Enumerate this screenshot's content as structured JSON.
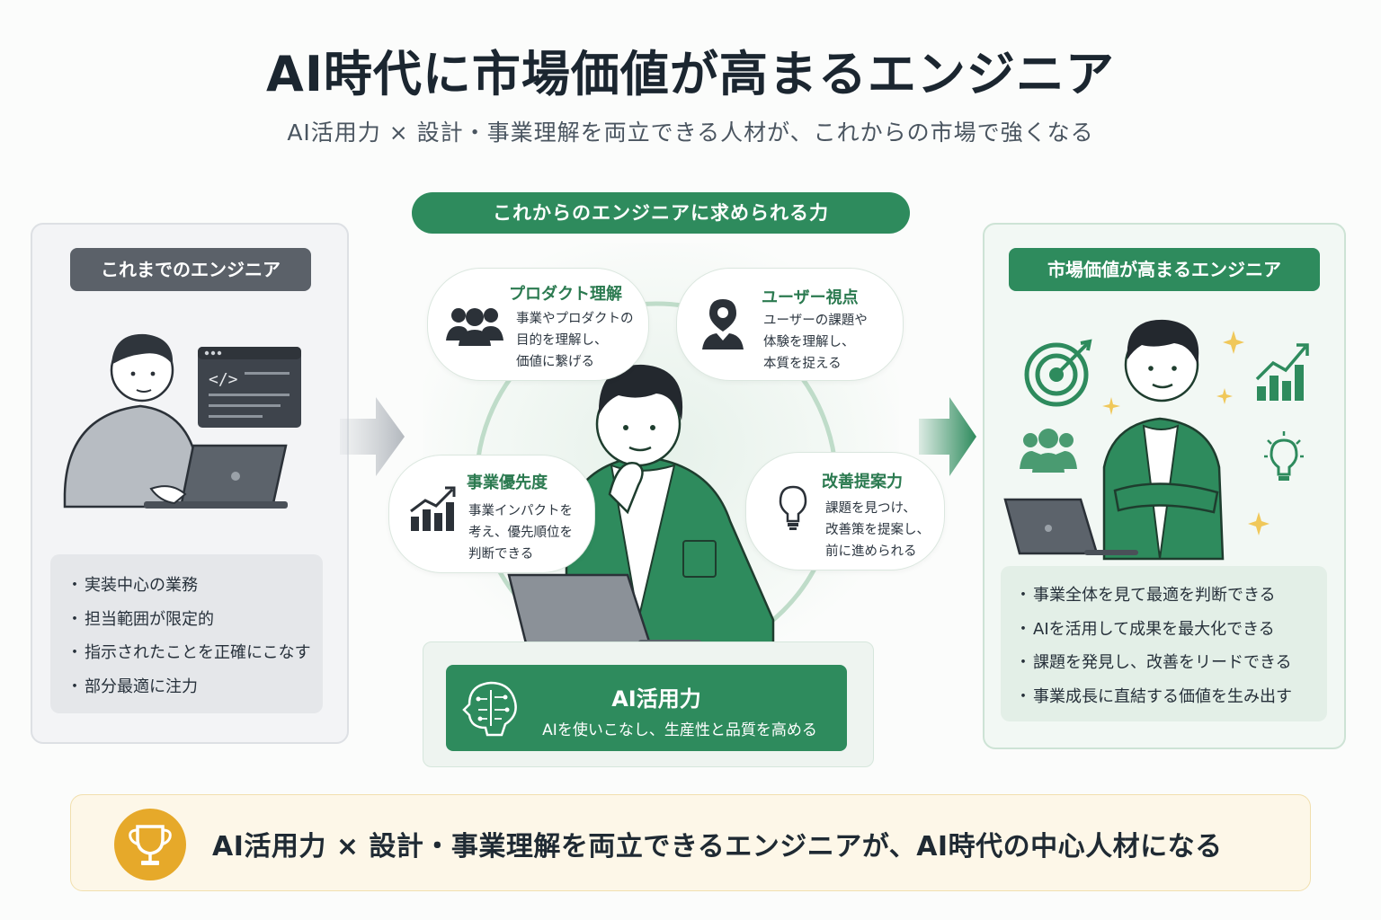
{
  "header": {
    "title": "AI時代に市場価値が高まるエンジニア",
    "subtitle": "AI活用力 × 設計・事業理解を両立できる人材が、これからの市場で強くなる"
  },
  "left_panel": {
    "title": "これまでのエンジニア",
    "bullets": [
      "実装中心の業務",
      "担当範囲が限定的",
      "指示されたことを正確にこなす",
      "部分最適に注力"
    ]
  },
  "center": {
    "banner": "これからのエンジニアに求められる力",
    "skills": {
      "product": {
        "title": "プロダクト理解",
        "lines": [
          "事業やプロダクトの",
          "目的を理解し、",
          "価値に繋げる"
        ],
        "icon": "team-icon"
      },
      "user": {
        "title": "ユーザー視点",
        "lines": [
          "ユーザーの課題や",
          "体験を理解し、",
          "本質を捉える"
        ],
        "icon": "user-pin-icon"
      },
      "priority": {
        "title": "事業優先度",
        "lines": [
          "事業インパクトを",
          "考え、優先順位を",
          "判断できる"
        ],
        "icon": "bar-chart-icon"
      },
      "improve": {
        "title": "改善提案力",
        "lines": [
          "課題を見つけ、",
          "改善策を提案し、",
          "前に進められる"
        ],
        "icon": "lightbulb-icon"
      }
    },
    "ai": {
      "title": "AI活用力",
      "desc": "AIを使いこなし、生産性と品質を高める",
      "icon": "ai-brain-icon"
    }
  },
  "right_panel": {
    "title": "市場価値が高まるエンジニア",
    "bullets": [
      "事業全体を見て最適を判断できる",
      "AIを活用して成果を最大化できる",
      "課題を発見し、改善をリードできる",
      "事業成長に直結する価値を生み出す"
    ]
  },
  "footer": {
    "message": "AI活用力 × 設計・事業理解を両立できるエンジニアが、AI時代の中心人材になる",
    "icon": "trophy-icon"
  },
  "colors": {
    "accent_green": "#2e8b5d",
    "gray_header": "#5b6169",
    "trophy_gold": "#e6a92a",
    "banner_cream": "#fdf7e8"
  }
}
